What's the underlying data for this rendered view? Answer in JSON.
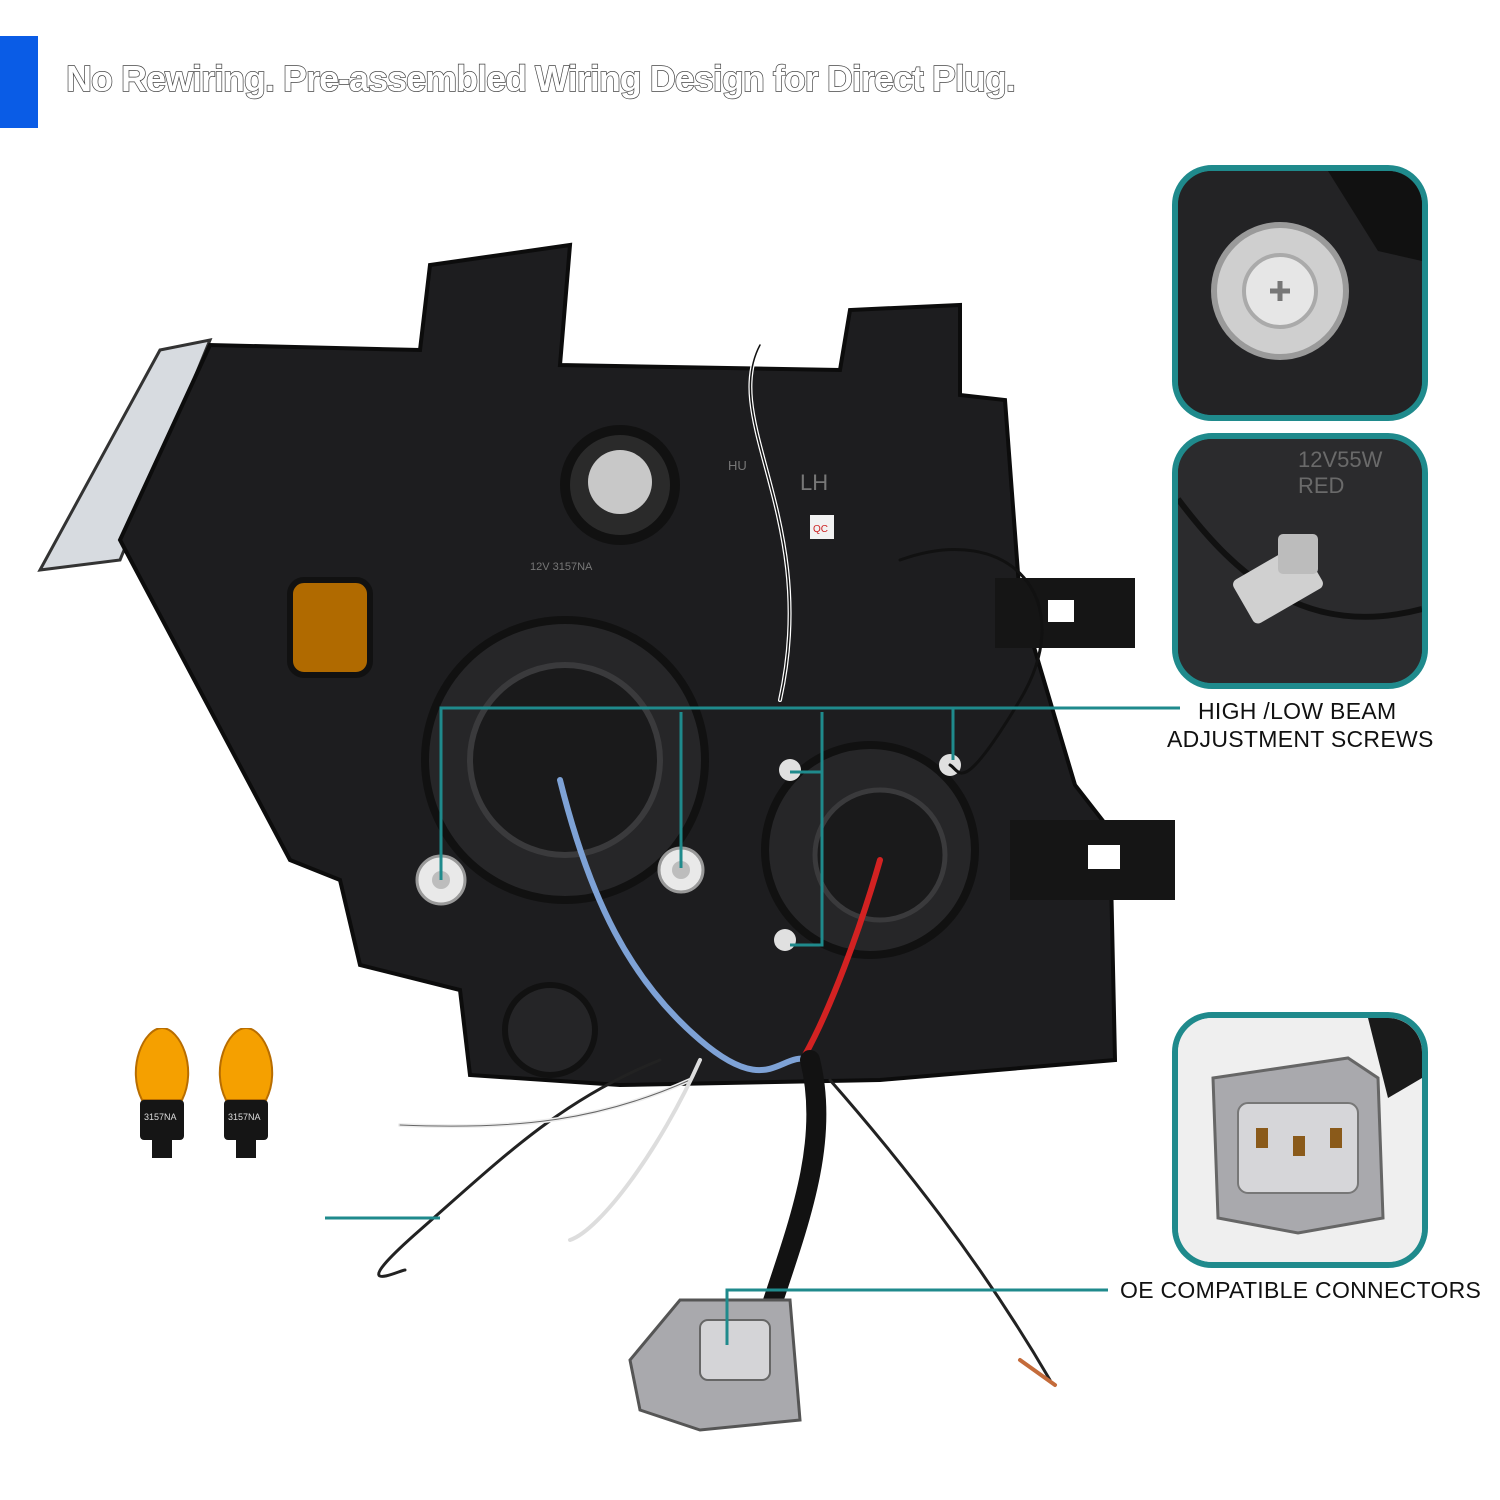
{
  "header": {
    "title": "No Rewiring. Pre-assembled Wiring Design for Direct Plug.",
    "accent_color": "#0a5ce6"
  },
  "callouts": {
    "beam_line1": "HIGH /LOW BEAM",
    "beam_line2": "ADJUSTMENT SCREWS",
    "connectors": "OE COMPATIBLE CONNECTORS",
    "line_color": "#1f8a8c"
  },
  "housing_labels": {
    "side": "LH",
    "bulb_rating": "12V 3157NA",
    "qc_tag": "QC"
  },
  "bulbs": {
    "label_left": "3157NA",
    "label_right": "3157NA",
    "color": "#f5a000"
  },
  "insets": {
    "top_label_line1": "12V55W",
    "top_label_line2": "RED"
  }
}
